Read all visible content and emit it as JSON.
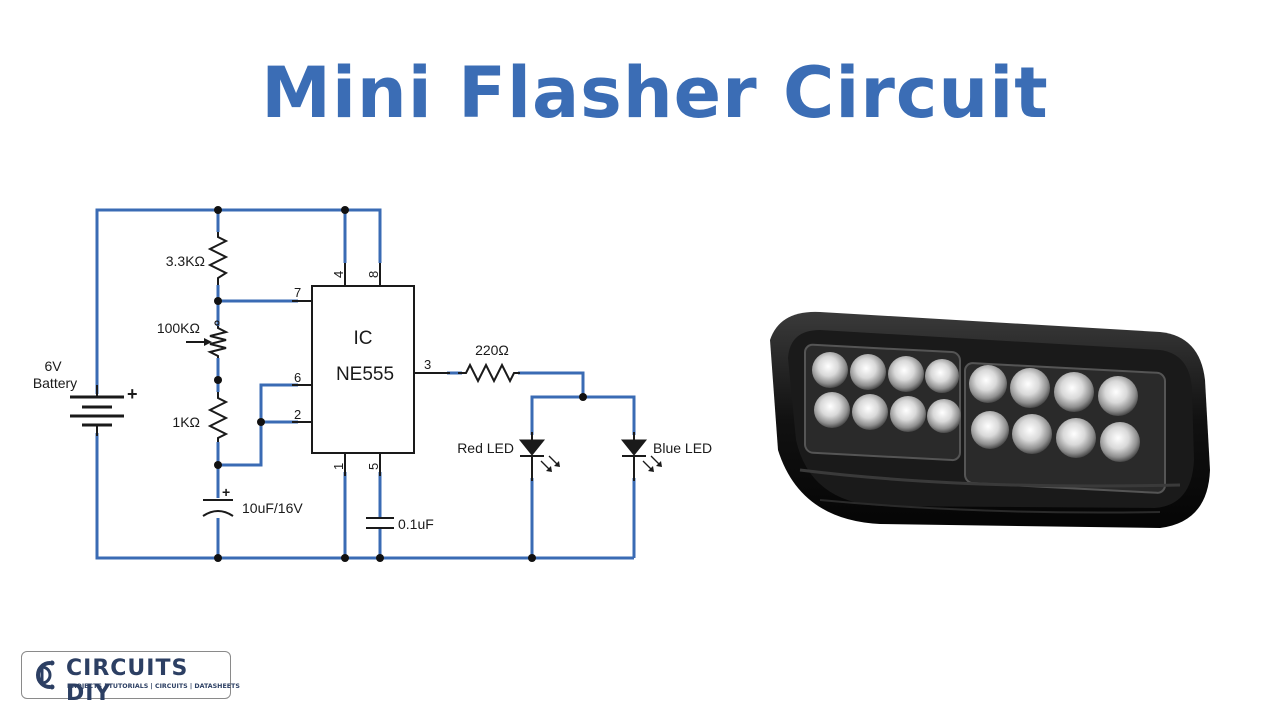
{
  "title": "Mini Flasher Circuit",
  "schematic": {
    "battery_voltage": "6V",
    "battery_label": "Battery",
    "battery_plus": "+",
    "r1": "3.3KΩ",
    "pot": "100KΩ",
    "r2": "1KΩ",
    "cap1": "10uF/16V",
    "cap1_plus": "+",
    "cap2": "0.1uF",
    "ic_line1": "IC",
    "ic_line2": "NE555",
    "r3": "220Ω",
    "led1": "Red LED",
    "led2": "Blue LED",
    "pins": {
      "p1": "1",
      "p2": "2",
      "p3": "3",
      "p4": "4",
      "p5": "5",
      "p6": "6",
      "p7": "7",
      "p8": "8"
    }
  },
  "colors": {
    "title": "#3b6db5",
    "wire": "#3a6bb4",
    "logo": "#2c3f63"
  },
  "logo": {
    "name": "CIRCUITS DIY",
    "tagline": "PROJECTS | TUTORIALS | CIRCUITS | DATASHEETS"
  },
  "icons": [
    "led-flashlight-photo",
    "circuits-diy-logo-icon"
  ]
}
